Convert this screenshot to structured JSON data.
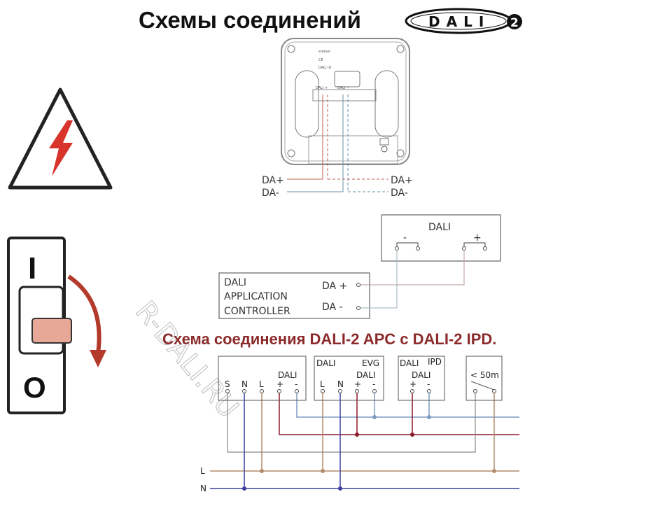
{
  "title": "Схемы соединений",
  "logo": {
    "text": "DALI",
    "version": "2"
  },
  "device": {
    "brand": "steinel",
    "marks": "CE",
    "dali_id": "DALI ID",
    "terminal_plus": "DALI +",
    "terminal_minus": "DALI −",
    "wires_left": {
      "plus": "DA+",
      "minus": "DA-"
    },
    "wires_right": {
      "plus": "DA+",
      "minus": "DA-"
    }
  },
  "breaker": {
    "on": "I",
    "off": "O"
  },
  "dali_bus_box": {
    "label": "DALI",
    "minus": "-",
    "plus": "+"
  },
  "controller": {
    "line1": "DALI",
    "line2": "APPLICATION",
    "line3": "CONTROLLER",
    "da_plus": "DA +",
    "da_minus": "DA -"
  },
  "caption": "Схема соединения DALI-2 APC с DALI-2 IPD.",
  "watermark": "R-DALI.RU",
  "wiring": {
    "box1": {
      "dali": "DALI",
      "terminals": [
        "S",
        "N",
        "L",
        "+",
        "-"
      ]
    },
    "box2": {
      "dali_top": "DALI",
      "evg": "EVG",
      "dali": "DALI",
      "terminals": [
        "L",
        "N",
        "+",
        "-"
      ]
    },
    "box3": {
      "dali_top": "DALI",
      "ipd": "IPD",
      "dali": "DALI",
      "terminals": [
        "+",
        "-"
      ]
    },
    "box4": {
      "distance": "< 50m"
    },
    "line_L": "L",
    "line_N": "N"
  },
  "colors": {
    "dali_minus": "#7d9cc2",
    "dali_plus": "#8b1a2a",
    "phase": "#b48c6c",
    "neutral": "#3b3fa0",
    "caption": "#8b2a2a",
    "warning": "#d9342b"
  }
}
